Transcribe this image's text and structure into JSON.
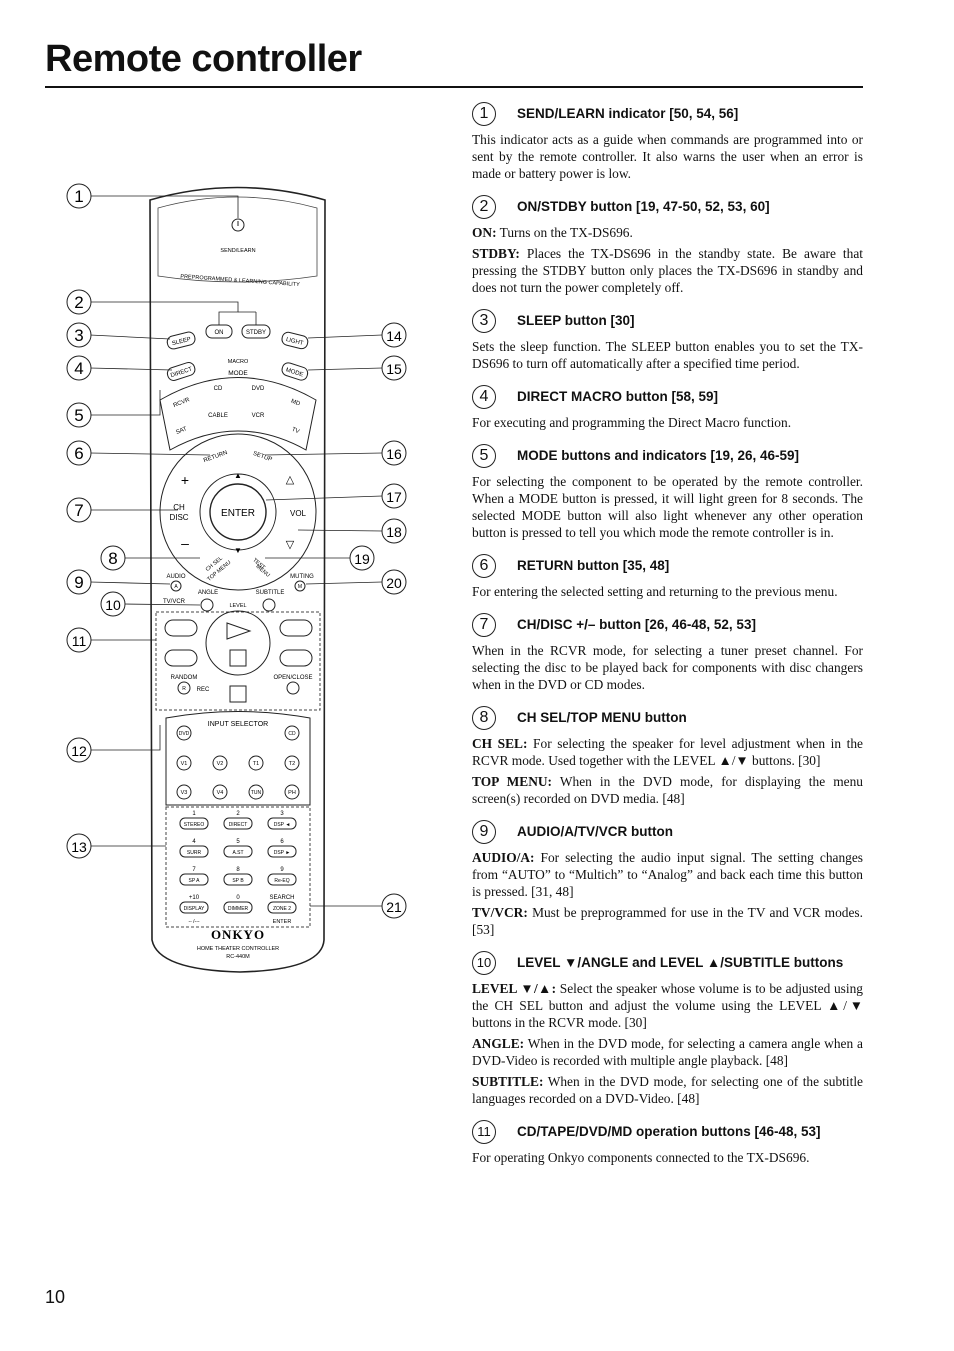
{
  "page": {
    "title": "Remote controller",
    "number": "10"
  },
  "remote": {
    "labels": {
      "send_learn": "SEND/LEARN",
      "capability": "PREPROGRAMMED & LEARNING CAPABILITY",
      "on": "ON",
      "stdby": "STDBY",
      "sleep": "SLEEP",
      "light": "LIGHT",
      "macro": "MACRO",
      "mode": "MODE",
      "direct": "DIRECT",
      "mode_btn": "MODE",
      "rcvr": "RCVR",
      "cd": "CD",
      "dvd": "DVD",
      "md": "MD",
      "sat": "SAT",
      "cable": "CABLE",
      "vcr": "VCR",
      "tv": "TV",
      "return": "RETURN",
      "setup": "SETUP",
      "ch": "CH",
      "disc": "DISC",
      "enter": "ENTER",
      "vol": "VOL",
      "ch_sel": "CH SEL",
      "top_menu": "TOP MENU",
      "test": "TEST",
      "menu": "MENU",
      "audio": "AUDIO",
      "a": "A",
      "muting": "MUTING",
      "m": "M",
      "angle": "ANGLE",
      "subtitle": "SUBTITLE",
      "tv_vcr": "TV/VCR",
      "level": "LEVEL",
      "random": "RANDOM",
      "r": "R",
      "rec": "REC",
      "open_close": "OPEN/CLOSE",
      "input_selector": "INPUT SELECTOR",
      "in_dvd": "DVD",
      "in_cd": "CD",
      "v1": "V1",
      "v2": "V2",
      "t1": "T1",
      "t2": "T2",
      "v3": "V3",
      "v4": "V4",
      "tun": "TUN",
      "ph": "PH",
      "n1": "1",
      "n2": "2",
      "n3": "3",
      "n4": "4",
      "n5": "5",
      "n6": "6",
      "n7": "7",
      "n8": "8",
      "n9": "9",
      "plus10": "+10",
      "n0": "0",
      "search": "SEARCH",
      "stereo": "STEREO",
      "direct2": "DIRECT",
      "dsp_prev": "DSP ◄",
      "surr": "SURR",
      "ast": "A.ST",
      "dsp_next": "DSP ►",
      "spa": "SP A",
      "spb": "SP B",
      "reeq": "Re-EQ",
      "display": "DISPLAY",
      "dimmer": "DIMMER",
      "zone2": "ZONE 2",
      "dashes": "-- /---",
      "enter2": "ENTER",
      "brand": "ONKYO",
      "model_desc": "HOME THEATER CONTROLLER",
      "model": "RC-440M"
    },
    "callouts": [
      "1",
      "2",
      "3",
      "4",
      "5",
      "6",
      "7",
      "8",
      "9",
      "10",
      "11",
      "12",
      "13",
      "14",
      "15",
      "16",
      "17",
      "18",
      "19",
      "20",
      "21"
    ]
  },
  "entries": [
    {
      "num": "1",
      "title": "SEND/LEARN indicator [50, 54, 56]",
      "paragraphs": [
        {
          "lead": "",
          "text": "This indicator acts as a guide when commands are programmed into or sent by the remote controller. It also warns the user when an error is made or battery power is low."
        }
      ]
    },
    {
      "num": "2",
      "title": "ON/STDBY button [19, 47-50, 52, 53, 60]",
      "paragraphs": [
        {
          "lead": "ON:",
          "text": " Turns on the TX-DS696."
        },
        {
          "lead": "STDBY:",
          "text": " Places the TX-DS696 in the standby state. Be aware that pressing the STDBY button only places the TX-DS696 in standby and does not turn the power completely off."
        }
      ]
    },
    {
      "num": "3",
      "title": "SLEEP button [30]",
      "paragraphs": [
        {
          "lead": "",
          "text": "Sets the sleep function. The SLEEP button enables you to set the TX-DS696 to turn off automatically after a specified time period."
        }
      ]
    },
    {
      "num": "4",
      "title": "DIRECT MACRO button [58, 59]",
      "paragraphs": [
        {
          "lead": "",
          "text": "For executing and programming the Direct Macro function."
        }
      ]
    },
    {
      "num": "5",
      "title": "MODE buttons and indicators [19, 26, 46-59]",
      "paragraphs": [
        {
          "lead": "",
          "text": "For selecting the component to be operated by the remote controller. When a MODE button is pressed, it will light green for 8 seconds. The selected MODE button will also light whenever any other operation button is pressed to tell you which mode the remote controller is in."
        }
      ]
    },
    {
      "num": "6",
      "title": "RETURN button [35, 48]",
      "paragraphs": [
        {
          "lead": "",
          "text": "For entering the selected setting and returning to the previous menu."
        }
      ]
    },
    {
      "num": "7",
      "title": "CH/DISC +/– button [26, 46-48, 52, 53]",
      "paragraphs": [
        {
          "lead": "",
          "text": "When in the RCVR mode, for selecting a tuner preset channel. For selecting the disc to be played back for components with disc changers when in the DVD or CD modes."
        }
      ]
    },
    {
      "num": "8",
      "title": "CH SEL/TOP MENU button",
      "paragraphs": [
        {
          "lead": "CH SEL:",
          "text": " For selecting the speaker for level adjustment when in the RCVR mode. Used together with the LEVEL ▲/▼ buttons. [30]"
        },
        {
          "lead": "TOP MENU:",
          "text": " When in the DVD mode, for displaying the menu screen(s) recorded on DVD media. [48]"
        }
      ]
    },
    {
      "num": "9",
      "title": "AUDIO/A/TV/VCR button",
      "paragraphs": [
        {
          "lead": "AUDIO/A:",
          "text": " For selecting the audio input signal. The setting changes from “AUTO” to “Multich” to “Analog” and back each time this button is pressed. [31, 48]"
        },
        {
          "lead": "TV/VCR:",
          "text": " Must be preprogrammed for use in the TV and VCR modes. [53]"
        }
      ]
    },
    {
      "num": "10",
      "title": "LEVEL ▼/ANGLE and LEVEL ▲/SUBTITLE buttons",
      "paragraphs": [
        {
          "lead": "LEVEL ▼/▲:",
          "text": " Select the speaker whose volume is to be adjusted using the CH SEL button and adjust the volume using the LEVEL ▲/▼ buttons in the RCVR mode. [30]"
        },
        {
          "lead": "ANGLE:",
          "text": " When in the DVD mode, for selecting a camera angle when a DVD-Video is recorded with multiple angle playback. [48]"
        },
        {
          "lead": "SUBTITLE:",
          "text": " When in the DVD mode, for selecting one of the subtitle languages recorded on a DVD-Video. [48]"
        }
      ]
    },
    {
      "num": "11",
      "title": "CD/TAPE/DVD/MD operation buttons [46-48, 53]",
      "paragraphs": [
        {
          "lead": "",
          "text": "For operating Onkyo components connected to the TX-DS696."
        }
      ]
    }
  ]
}
